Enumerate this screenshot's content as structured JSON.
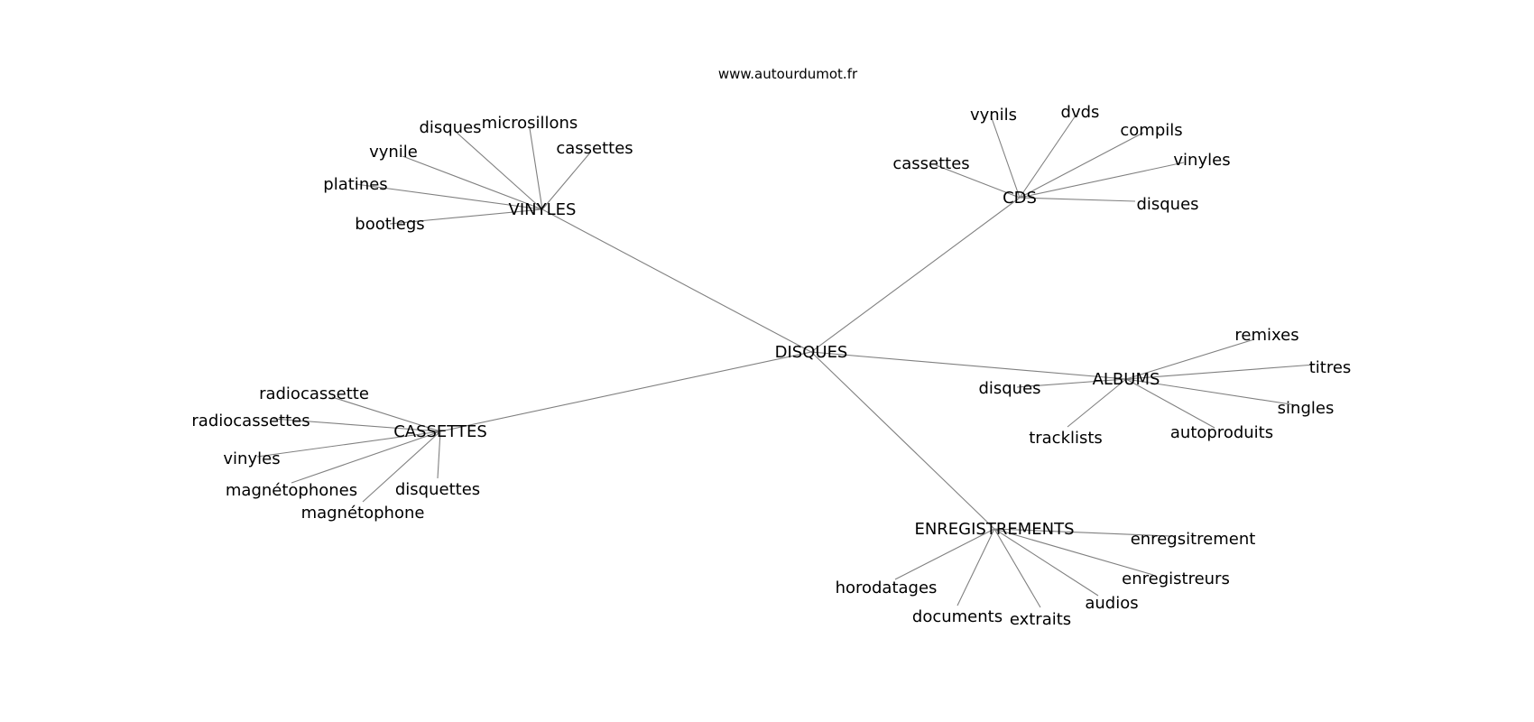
{
  "title": "www.autourdumot.fr",
  "colors": {
    "edge": "#808080",
    "text": "#000000",
    "background": "#ffffff"
  },
  "graph": {
    "center": "DISQUES",
    "nodes": [
      {
        "id": "DISQUES",
        "label": "DISQUES",
        "kind": "center"
      },
      {
        "id": "VINYLES",
        "label": "VINYLES",
        "kind": "hub"
      },
      {
        "id": "CDS",
        "label": "CDS",
        "kind": "hub"
      },
      {
        "id": "ALBUMS",
        "label": "ALBUMS",
        "kind": "hub"
      },
      {
        "id": "CASSETTES",
        "label": "CASSETTES",
        "kind": "hub"
      },
      {
        "id": "ENREGISTREMENTS",
        "label": "ENREGISTREMENTS",
        "kind": "hub"
      },
      {
        "id": "v-disques",
        "label": "disques",
        "kind": "leaf",
        "parent": "VINYLES"
      },
      {
        "id": "v-microsillons",
        "label": "microsillons",
        "kind": "leaf",
        "parent": "VINYLES"
      },
      {
        "id": "v-vynile",
        "label": "vynile",
        "kind": "leaf",
        "parent": "VINYLES"
      },
      {
        "id": "v-cassettes",
        "label": "cassettes",
        "kind": "leaf",
        "parent": "VINYLES"
      },
      {
        "id": "v-platines",
        "label": "platines",
        "kind": "leaf",
        "parent": "VINYLES"
      },
      {
        "id": "v-bootlegs",
        "label": "bootlegs",
        "kind": "leaf",
        "parent": "VINYLES"
      },
      {
        "id": "c-vynils",
        "label": "vynils",
        "kind": "leaf",
        "parent": "CDS"
      },
      {
        "id": "c-dvds",
        "label": "dvds",
        "kind": "leaf",
        "parent": "CDS"
      },
      {
        "id": "c-compils",
        "label": "compils",
        "kind": "leaf",
        "parent": "CDS"
      },
      {
        "id": "c-cassettes",
        "label": "cassettes",
        "kind": "leaf",
        "parent": "CDS"
      },
      {
        "id": "c-vinyles",
        "label": "vinyles",
        "kind": "leaf",
        "parent": "CDS"
      },
      {
        "id": "c-disques",
        "label": "disques",
        "kind": "leaf",
        "parent": "CDS"
      },
      {
        "id": "a-remixes",
        "label": "remixes",
        "kind": "leaf",
        "parent": "ALBUMS"
      },
      {
        "id": "a-titres",
        "label": "titres",
        "kind": "leaf",
        "parent": "ALBUMS"
      },
      {
        "id": "a-singles",
        "label": "singles",
        "kind": "leaf",
        "parent": "ALBUMS"
      },
      {
        "id": "a-autoproduits",
        "label": "autoproduits",
        "kind": "leaf",
        "parent": "ALBUMS"
      },
      {
        "id": "a-tracklists",
        "label": "tracklists",
        "kind": "leaf",
        "parent": "ALBUMS"
      },
      {
        "id": "a-disques",
        "label": "disques",
        "kind": "leaf",
        "parent": "ALBUMS"
      },
      {
        "id": "k-radiocassette",
        "label": "radiocassette",
        "kind": "leaf",
        "parent": "CASSETTES"
      },
      {
        "id": "k-radiocassettes",
        "label": "radiocassettes",
        "kind": "leaf",
        "parent": "CASSETTES"
      },
      {
        "id": "k-vinyles",
        "label": "vinyles",
        "kind": "leaf",
        "parent": "CASSETTES"
      },
      {
        "id": "k-magnetophones",
        "label": "magnétophones",
        "kind": "leaf",
        "parent": "CASSETTES"
      },
      {
        "id": "k-disquettes",
        "label": "disquettes",
        "kind": "leaf",
        "parent": "CASSETTES"
      },
      {
        "id": "k-magnetophone",
        "label": "magnétophone",
        "kind": "leaf",
        "parent": "CASSETTES"
      },
      {
        "id": "e-enregsitrement",
        "label": "enregsitrement",
        "kind": "leaf",
        "parent": "ENREGISTREMENTS"
      },
      {
        "id": "e-enregistreurs",
        "label": "enregistreurs",
        "kind": "leaf",
        "parent": "ENREGISTREMENTS"
      },
      {
        "id": "e-audios",
        "label": "audios",
        "kind": "leaf",
        "parent": "ENREGISTREMENTS"
      },
      {
        "id": "e-extraits",
        "label": "extraits",
        "kind": "leaf",
        "parent": "ENREGISTREMENTS"
      },
      {
        "id": "e-documents",
        "label": "documents",
        "kind": "leaf",
        "parent": "ENREGISTREMENTS"
      },
      {
        "id": "e-horodatages",
        "label": "horodatages",
        "kind": "leaf",
        "parent": "ENREGISTREMENTS"
      }
    ],
    "edges": [
      [
        "DISQUES",
        "VINYLES"
      ],
      [
        "DISQUES",
        "CDS"
      ],
      [
        "DISQUES",
        "ALBUMS"
      ],
      [
        "DISQUES",
        "CASSETTES"
      ],
      [
        "DISQUES",
        "ENREGISTREMENTS"
      ],
      [
        "VINYLES",
        "v-disques"
      ],
      [
        "VINYLES",
        "v-microsillons"
      ],
      [
        "VINYLES",
        "v-vynile"
      ],
      [
        "VINYLES",
        "v-cassettes"
      ],
      [
        "VINYLES",
        "v-platines"
      ],
      [
        "VINYLES",
        "v-bootlegs"
      ],
      [
        "CDS",
        "c-vynils"
      ],
      [
        "CDS",
        "c-dvds"
      ],
      [
        "CDS",
        "c-compils"
      ],
      [
        "CDS",
        "c-cassettes"
      ],
      [
        "CDS",
        "c-vinyles"
      ],
      [
        "CDS",
        "c-disques"
      ],
      [
        "ALBUMS",
        "a-remixes"
      ],
      [
        "ALBUMS",
        "a-titres"
      ],
      [
        "ALBUMS",
        "a-singles"
      ],
      [
        "ALBUMS",
        "a-autoproduits"
      ],
      [
        "ALBUMS",
        "a-tracklists"
      ],
      [
        "ALBUMS",
        "a-disques"
      ],
      [
        "CASSETTES",
        "k-radiocassette"
      ],
      [
        "CASSETTES",
        "k-radiocassettes"
      ],
      [
        "CASSETTES",
        "k-vinyles"
      ],
      [
        "CASSETTES",
        "k-magnetophones"
      ],
      [
        "CASSETTES",
        "k-disquettes"
      ],
      [
        "CASSETTES",
        "k-magnetophone"
      ],
      [
        "ENREGISTREMENTS",
        "e-enregsitrement"
      ],
      [
        "ENREGISTREMENTS",
        "e-enregistreurs"
      ],
      [
        "ENREGISTREMENTS",
        "e-audios"
      ],
      [
        "ENREGISTREMENTS",
        "e-extraits"
      ],
      [
        "ENREGISTREMENTS",
        "e-documents"
      ],
      [
        "ENREGISTREMENTS",
        "e-horodatages"
      ]
    ]
  }
}
